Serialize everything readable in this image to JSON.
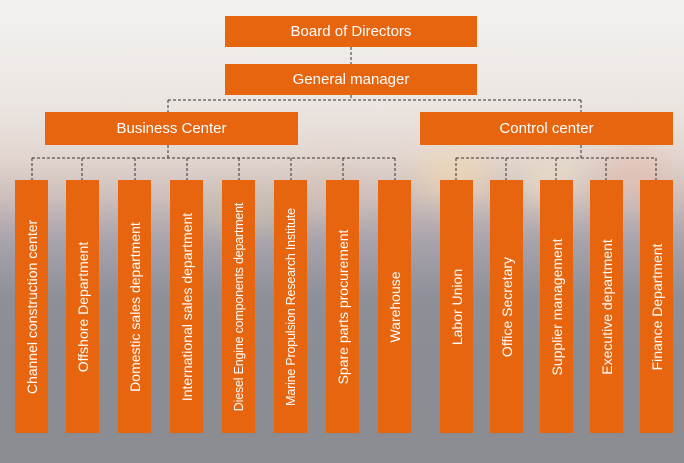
{
  "org": {
    "board": "Board of Directors",
    "general_manager": "General manager",
    "business_center": {
      "label": "Business Center",
      "departments": [
        "Channel construction center",
        "Offshore Department",
        "Domestic sales department",
        "International sales department",
        "Diesel Engine components department",
        "Marine  Propulsion Research Institute",
        "Spare parts procurement",
        "Warehouse"
      ]
    },
    "control_center": {
      "label": "Control center",
      "departments": [
        "Labor Union",
        "Office Secretary",
        "Supplier management",
        "Executive department",
        "Finance Department"
      ]
    }
  },
  "colors": {
    "box": "#e8650f",
    "text": "#ffffff",
    "connector": "#333333"
  }
}
